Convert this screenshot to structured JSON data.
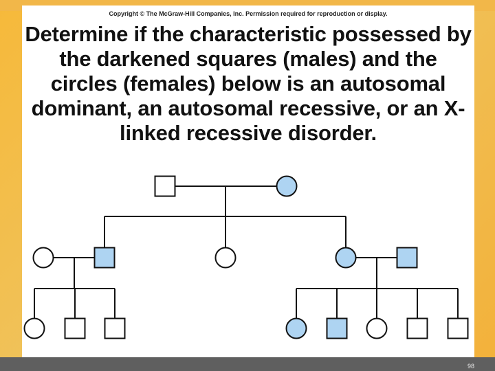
{
  "slide": {
    "copyright": "Copyright © The McGraw-Hill Companies, Inc. Permission required for reproduction or display.",
    "question": "Determine if the characteristic possessed by the darkened squares (males) and the circles (females) below is an autosomal dominant, an autosomal recessive, or an X-linked recessive disorder.",
    "page_number": "98"
  },
  "colors": {
    "affected_fill": "#aed4f2",
    "unaffected_fill": "#ffffff",
    "outline": "#111111",
    "background_orange": "#f3b13a",
    "footer_bar": "#5f5f5f"
  },
  "pedigree": {
    "generation_1": [
      {
        "sex": "male",
        "affected": false
      },
      {
        "sex": "female",
        "affected": true
      }
    ],
    "generation_2": [
      {
        "sex": "female",
        "affected": false,
        "note": "married-in spouse"
      },
      {
        "sex": "male",
        "affected": true
      },
      {
        "sex": "female",
        "affected": false
      },
      {
        "sex": "female",
        "affected": true
      },
      {
        "sex": "male",
        "affected": true,
        "note": "married-in spouse"
      }
    ],
    "generation_3_left_family": [
      {
        "sex": "female",
        "affected": false
      },
      {
        "sex": "male",
        "affected": false
      },
      {
        "sex": "male",
        "affected": false
      }
    ],
    "generation_3_right_family": [
      {
        "sex": "female",
        "affected": true
      },
      {
        "sex": "male",
        "affected": true
      },
      {
        "sex": "female",
        "affected": false
      },
      {
        "sex": "male",
        "affected": false
      },
      {
        "sex": "male",
        "affected": false
      }
    ]
  }
}
